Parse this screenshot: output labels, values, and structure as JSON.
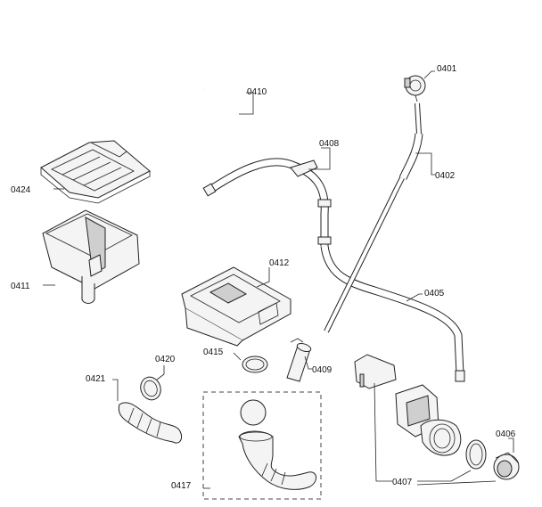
{
  "labels": {
    "p0401": "0401",
    "p0402": "0402",
    "p0405": "0405",
    "p0406": "0406",
    "p0407": "0407",
    "p0408": "0408",
    "p0409": "0409",
    "p0410": "0410",
    "p0411": "0411",
    "p0412": "0412",
    "p0415": "0415",
    "p0417": "0417",
    "p0420": "0420",
    "p0421": "0421",
    "p0424": "0424"
  }
}
